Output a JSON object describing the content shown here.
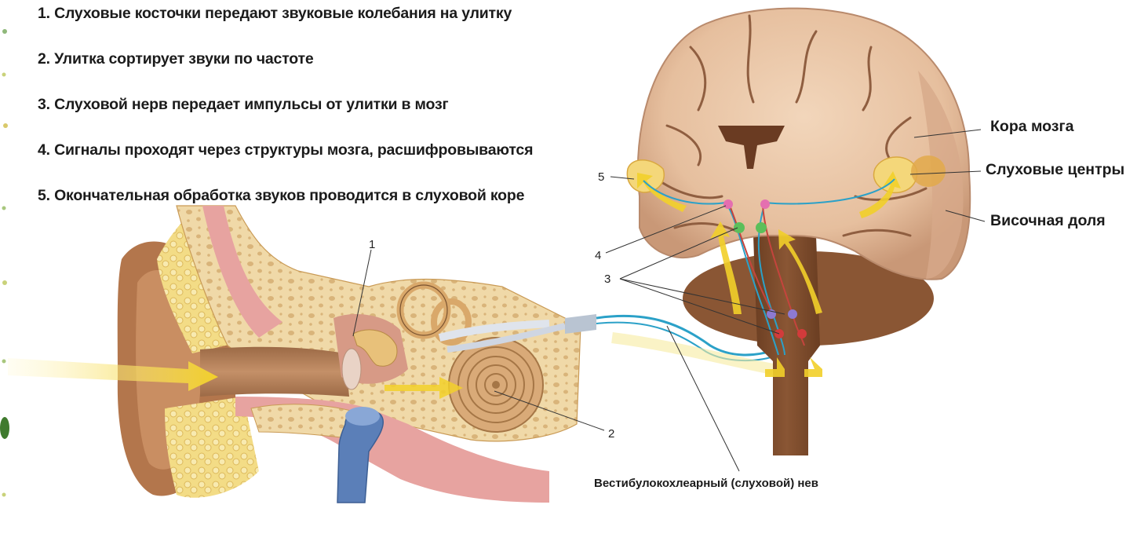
{
  "steps": [
    "1. Слуховые косточки передают звуковые колебания на улитку",
    "2. Улитка сортирует звуки по частоте",
    "3. Слуховой нерв передает импульсы от улитки в мозг",
    "4. Сигналы проходят через структуры мозга, расшифровываются",
    "5. Окончательная обработка звуков проводится в слуховой коре"
  ],
  "brain_labels": {
    "cortex": "Кора мозга",
    "auditory_centers": "Слуховые центры",
    "temporal_lobe": "Височная доля"
  },
  "nerve_label": "Вестибулокохлеарный (слуховой) нев",
  "callouts": {
    "n1": "1",
    "n2": "2",
    "n3": "3",
    "n4": "4",
    "n5": "5"
  },
  "colors": {
    "brain": "#e8c7a8",
    "brain_shadow": "#b98a6c",
    "brainstem": "#7a4a2c",
    "bone": "#f0d9a8",
    "ear_canal": "#b07a52",
    "nerve": "#2ba1c8",
    "arrow": "#f2d02a",
    "vessel": "#5b7fb8"
  }
}
